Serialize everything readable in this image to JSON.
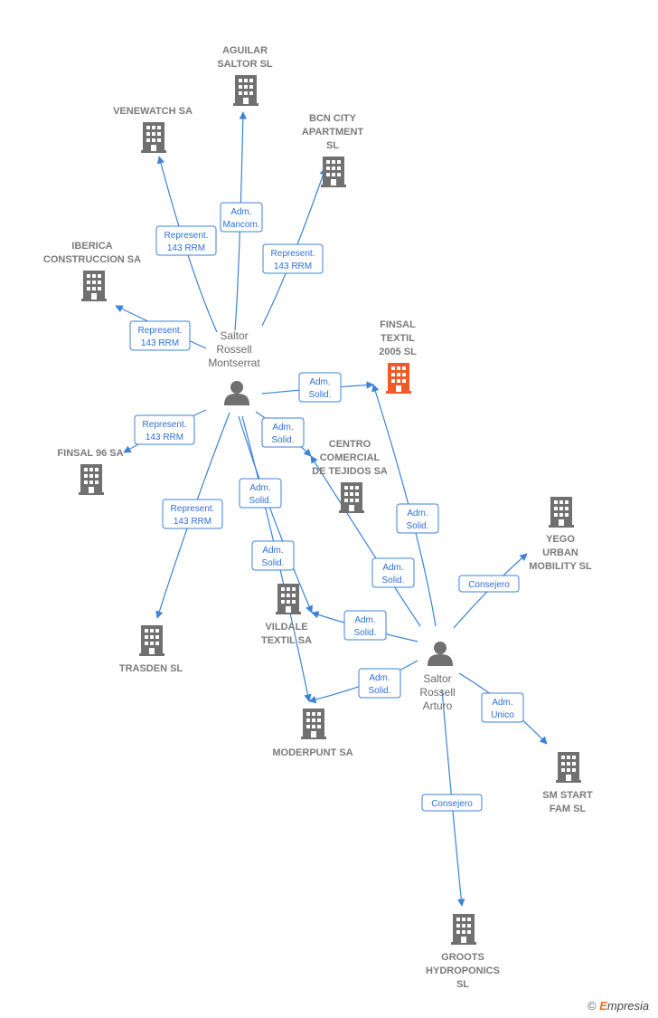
{
  "companies": [
    {
      "id": "aguilar",
      "lines": [
        "AGUILAR",
        "SALTOR  SL"
      ]
    },
    {
      "id": "venewatch",
      "lines": [
        "VENEWATCH SA"
      ]
    },
    {
      "id": "bcn",
      "lines": [
        "BCN CITY",
        "APARTMENT",
        "SL"
      ]
    },
    {
      "id": "iberica",
      "lines": [
        "IBERICA",
        "CONSTRUCCION SA"
      ]
    },
    {
      "id": "finsal_textil",
      "lines": [
        "FINSAL",
        "TEXTIL",
        "2005  SL"
      ],
      "focus": true
    },
    {
      "id": "finsal96",
      "lines": [
        "FINSAL 96 SA"
      ]
    },
    {
      "id": "centro",
      "lines": [
        "CENTRO",
        "COMERCIAL",
        "DE TEJIDOS SA"
      ]
    },
    {
      "id": "yego",
      "lines": [
        "YEGO",
        "URBAN",
        "MOBILITY  SL"
      ]
    },
    {
      "id": "vildale",
      "lines": [
        "VILDALE",
        "TEXTIL SA"
      ]
    },
    {
      "id": "trasden",
      "lines": [
        "TRASDEN  SL"
      ]
    },
    {
      "id": "moderpunt",
      "lines": [
        "MODERPUNT SA"
      ]
    },
    {
      "id": "smstart",
      "lines": [
        "SM START",
        "FAM  SL"
      ]
    },
    {
      "id": "groots",
      "lines": [
        "GROOTS",
        "HYDROPONICS",
        "SL"
      ]
    }
  ],
  "persons": [
    {
      "id": "montserrat",
      "lines": [
        "Saltor",
        "Rossell",
        "Montserrat"
      ]
    },
    {
      "id": "arturo",
      "lines": [
        "Saltor",
        "Rossell",
        "Arturo"
      ]
    }
  ],
  "edges": [
    {
      "from": "montserrat",
      "to": "aguilar",
      "label": [
        "Adm.",
        "Mancom."
      ]
    },
    {
      "from": "montserrat",
      "to": "venewatch",
      "label": [
        "Represent.",
        "143 RRM"
      ]
    },
    {
      "from": "montserrat",
      "to": "bcn",
      "label": [
        "Represent.",
        "143 RRM"
      ]
    },
    {
      "from": "montserrat",
      "to": "iberica",
      "label": [
        "Represent.",
        "143 RRM"
      ]
    },
    {
      "from": "montserrat",
      "to": "finsal_textil",
      "label": [
        "Adm.",
        "Solid."
      ]
    },
    {
      "from": "montserrat",
      "to": "finsal96",
      "label": [
        "Represent.",
        "143 RRM"
      ]
    },
    {
      "from": "montserrat",
      "to": "centro",
      "label": [
        "Adm.",
        "Solid."
      ]
    },
    {
      "from": "montserrat",
      "to": "trasden",
      "label": [
        "Represent.",
        "143 RRM"
      ]
    },
    {
      "from": "montserrat",
      "to": "vildale",
      "label": [
        "Adm.",
        "Solid."
      ]
    },
    {
      "from": "montserrat",
      "to": "moderpunt",
      "label": [
        "Adm.",
        "Solid."
      ]
    },
    {
      "from": "arturo",
      "to": "finsal_textil",
      "label": [
        "Adm.",
        "Solid."
      ]
    },
    {
      "from": "arturo",
      "to": "centro",
      "label": [
        "Adm.",
        "Solid."
      ]
    },
    {
      "from": "arturo",
      "to": "yego",
      "label": [
        "Consejero"
      ]
    },
    {
      "from": "arturo",
      "to": "vildale",
      "label": [
        "Adm.",
        "Solid."
      ]
    },
    {
      "from": "arturo",
      "to": "moderpunt",
      "label": [
        "Adm.",
        "Solid."
      ]
    },
    {
      "from": "arturo",
      "to": "smstart",
      "label": [
        "Adm.",
        "Unico"
      ]
    },
    {
      "from": "arturo",
      "to": "groots",
      "label": [
        "Consejero"
      ]
    }
  ],
  "colors": {
    "edge": "#3b82d8",
    "building": "#707070",
    "focus_building": "#f05a28",
    "person": "#707070"
  },
  "watermark": {
    "symbol": "©",
    "brand_e": "E",
    "brand_rest": "mpresia"
  }
}
